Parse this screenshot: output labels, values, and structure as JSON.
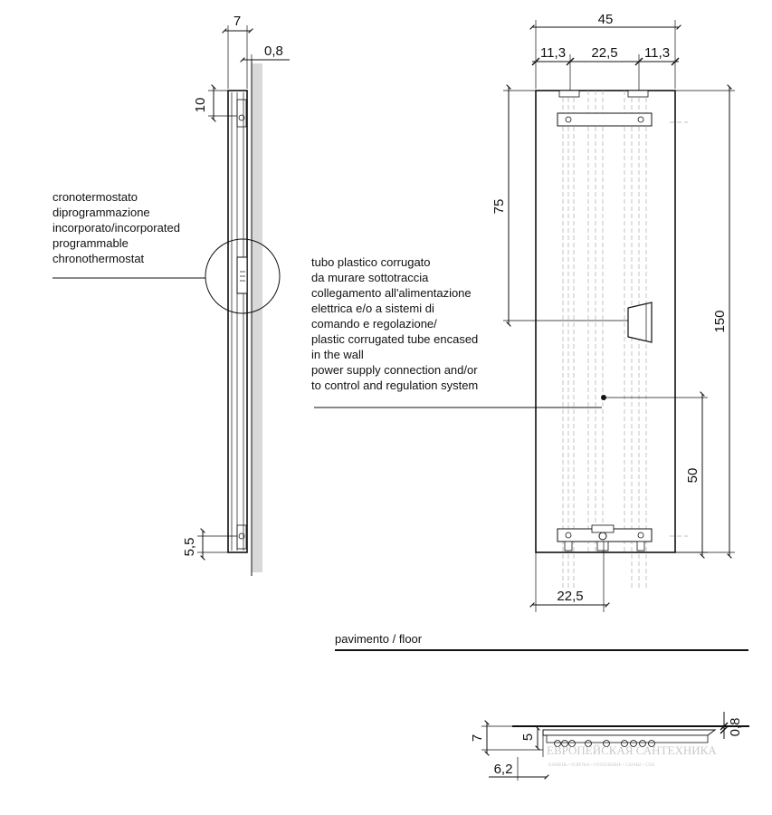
{
  "side_view": {
    "dims": {
      "depth": "7",
      "gap": "0,8",
      "top_offset": "10",
      "bottom_offset": "5,5"
    },
    "note_lines": [
      "cronotermostato",
      "diprogrammazione",
      "incorporato/incorporated",
      "programmable",
      "chronothermostat"
    ]
  },
  "front_view": {
    "dims": {
      "width": "45",
      "left": "11,3",
      "center": "22,5",
      "right": "11,3",
      "upper_height": "75",
      "total_height": "150",
      "lower_height": "50",
      "bottom_span": "22,5"
    },
    "note_lines": [
      "tubo plastico corrugato",
      "da murare sottotraccia",
      "collegamento all'alimentazione",
      "elettrica e/o a sistemi di",
      "comando e regolazione/",
      "plastic corrugated tube encased",
      "in the wall",
      "power supply connection and/or",
      "to control and regulation system"
    ]
  },
  "floor_label": "pavimento / floor",
  "top_view": {
    "dims": {
      "depth": "7",
      "inner": "5",
      "gap": "0,8",
      "offset": "6,2"
    }
  },
  "watermark": {
    "title": "ЕВРОПЕЙСКАЯ САНТЕХНИКА",
    "subtitle": "КАМЕНЬ • ПЛИТКА • ОТОПЛЕНИЕ • САУНЫ • СПА"
  }
}
